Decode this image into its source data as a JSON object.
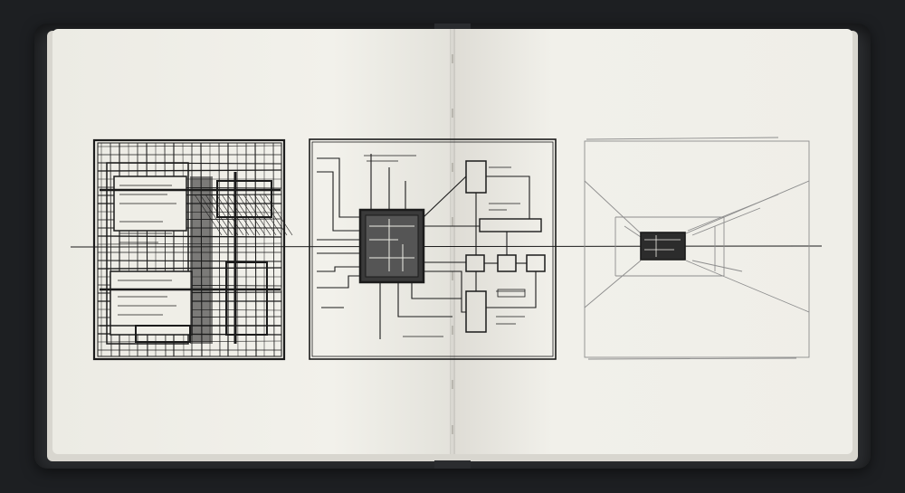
{
  "notebook": {
    "cover_color": "#2a2c2f",
    "paper_color": "#efeee7",
    "ink_color": "#1b1b1b",
    "pencil_color": "#8d8d8d"
  },
  "sketches": [
    {
      "name": "dense-hatched-composition",
      "style": "ink"
    },
    {
      "name": "central-block-diagram",
      "style": "ink"
    },
    {
      "name": "perspective-room-with-small-frame",
      "style": "pencil"
    }
  ]
}
